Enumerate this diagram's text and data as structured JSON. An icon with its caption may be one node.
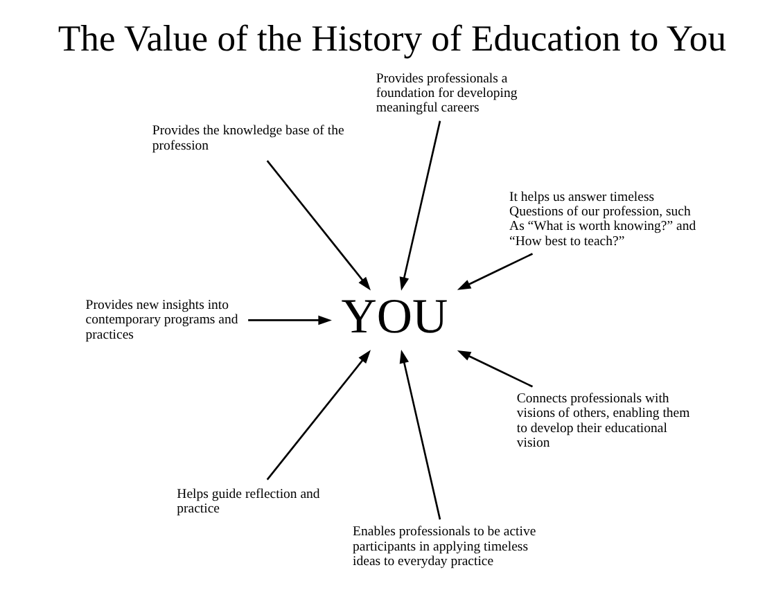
{
  "diagram": {
    "title": "The Value of the History of Education to You",
    "nodes": [
      {
        "text": [
          "It helps us answer timeless Questions of our profession, such As “What is worth knowing?” and “How best to teach?”"
        ]
      },
      {
        "text": [
          "Provides professionals a foundation for developing meaningful careers"
        ]
      },
      {
        "text": [
          "Provides the knowledge base of the profession"
        ]
      },
      {
        "text": [
          "YOU"
        ]
      },
      {
        "text": [
          "Provides new insights into contemporary programs and practices"
        ]
      },
      {
        "text": [
          "Helps guide reflection and practice"
        ]
      },
      {
        "text": [
          "Enables professionals to be active participants in applying timeless ideas to everyday practice"
        ]
      },
      {
        "text": [
          "Connects professionals with visions of others, enabling them to develop their educational vision"
        ]
      }
    ],
    "edges": [
      {
        "from": 0,
        "to": 3,
        "arrow": "to"
      },
      {
        "from": 1,
        "to": 3,
        "arrow": "to"
      },
      {
        "from": 2,
        "to": 3,
        "arrow": "to"
      },
      {
        "from": 4,
        "to": 3,
        "arrow": "to"
      },
      {
        "from": 5,
        "to": 3,
        "arrow": "to"
      },
      {
        "from": 6,
        "to": 3,
        "arrow": "to"
      },
      {
        "from": 7,
        "to": 3,
        "arrow": "to"
      }
    ]
  }
}
